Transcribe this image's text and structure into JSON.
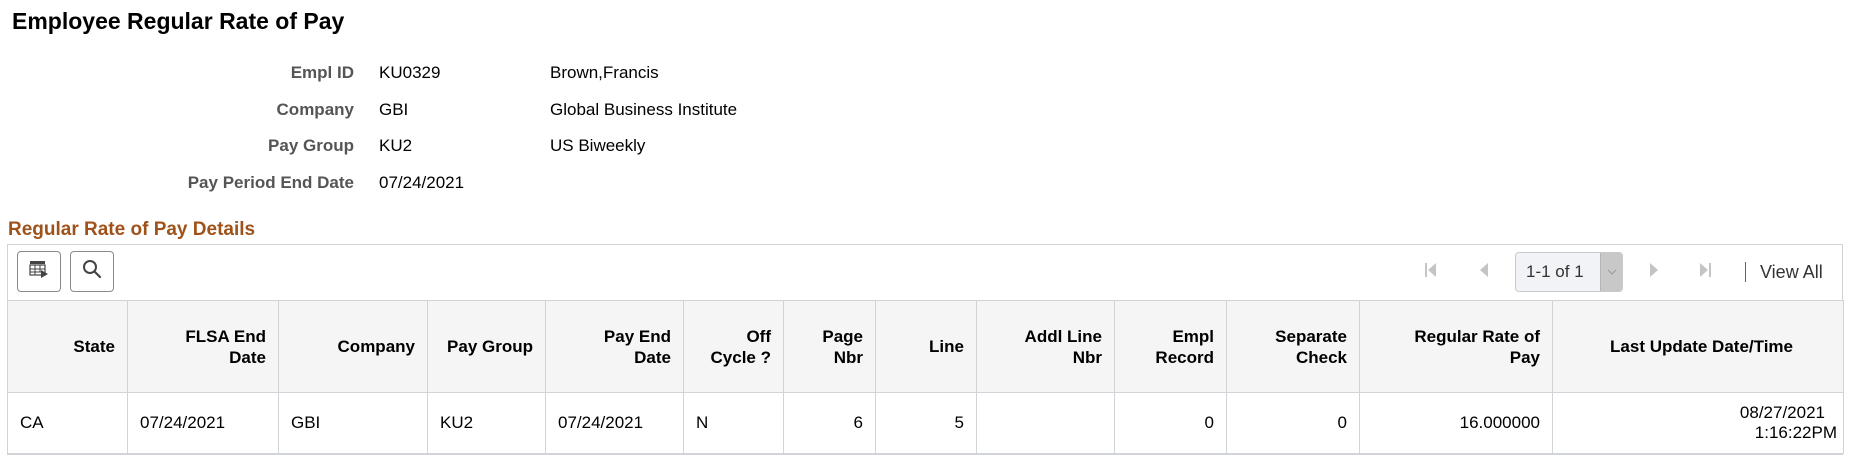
{
  "page": {
    "title": "Employee Regular Rate of Pay"
  },
  "header_fields": [
    {
      "label": "Empl ID",
      "value": "KU0329",
      "description": "Brown,Francis"
    },
    {
      "label": "Company",
      "value": "GBI",
      "description": "Global Business Institute"
    },
    {
      "label": "Pay Group",
      "value": "KU2",
      "description": "US Biweekly"
    },
    {
      "label": "Pay Period End Date",
      "value": "07/24/2021",
      "description": ""
    }
  ],
  "section": {
    "title": "Regular Rate of Pay Details"
  },
  "grid_toolbar": {
    "personalize_icon": "grid-personalize-icon",
    "find_icon": "search-icon",
    "pager_text": "1-1 of 1",
    "view_all_label": "View All",
    "first_icon": "first-page-icon",
    "prev_icon": "previous-page-icon",
    "next_icon": "next-page-icon",
    "last_icon": "last-page-icon",
    "dropdown_icon": "chevron-down-icon"
  },
  "grid": {
    "columns": [
      {
        "key": "state",
        "label_line1": "State",
        "label_line2": ""
      },
      {
        "key": "flsa_end_date",
        "label_line1": "FLSA End",
        "label_line2": "Date"
      },
      {
        "key": "company",
        "label_line1": "Company",
        "label_line2": ""
      },
      {
        "key": "pay_group",
        "label_line1": "Pay Group",
        "label_line2": ""
      },
      {
        "key": "pay_end_date",
        "label_line1": "Pay End",
        "label_line2": "Date"
      },
      {
        "key": "off_cycle",
        "label_line1": "Off",
        "label_line2": "Cycle ?"
      },
      {
        "key": "page_nbr",
        "label_line1": "Page",
        "label_line2": "Nbr"
      },
      {
        "key": "line",
        "label_line1": "Line",
        "label_line2": ""
      },
      {
        "key": "addl_line_nbr",
        "label_line1": "Addl Line",
        "label_line2": "Nbr"
      },
      {
        "key": "empl_record",
        "label_line1": "Empl",
        "label_line2": "Record"
      },
      {
        "key": "separate_check",
        "label_line1": "Separate",
        "label_line2": "Check"
      },
      {
        "key": "regular_rate",
        "label_line1": "Regular Rate of",
        "label_line2": "Pay"
      },
      {
        "key": "last_update",
        "label_line1": "Last Update Date/Time",
        "label_line2": ""
      }
    ],
    "rows": [
      {
        "state": "CA",
        "flsa_end_date": "07/24/2021",
        "company": "GBI",
        "pay_group": "KU2",
        "pay_end_date": "07/24/2021",
        "off_cycle": "N",
        "page_nbr": "6",
        "line": "5",
        "addl_line_nbr": "",
        "empl_record": "0",
        "separate_check": "0",
        "regular_rate": "16.000000",
        "last_update_date": "08/27/2021",
        "last_update_time": "1:16:22PM"
      }
    ]
  },
  "colors": {
    "section_title": "#a0521b",
    "label_gray": "#555555",
    "grid_border": "#d0d3d8",
    "header_bg": "#f5f5f5"
  }
}
